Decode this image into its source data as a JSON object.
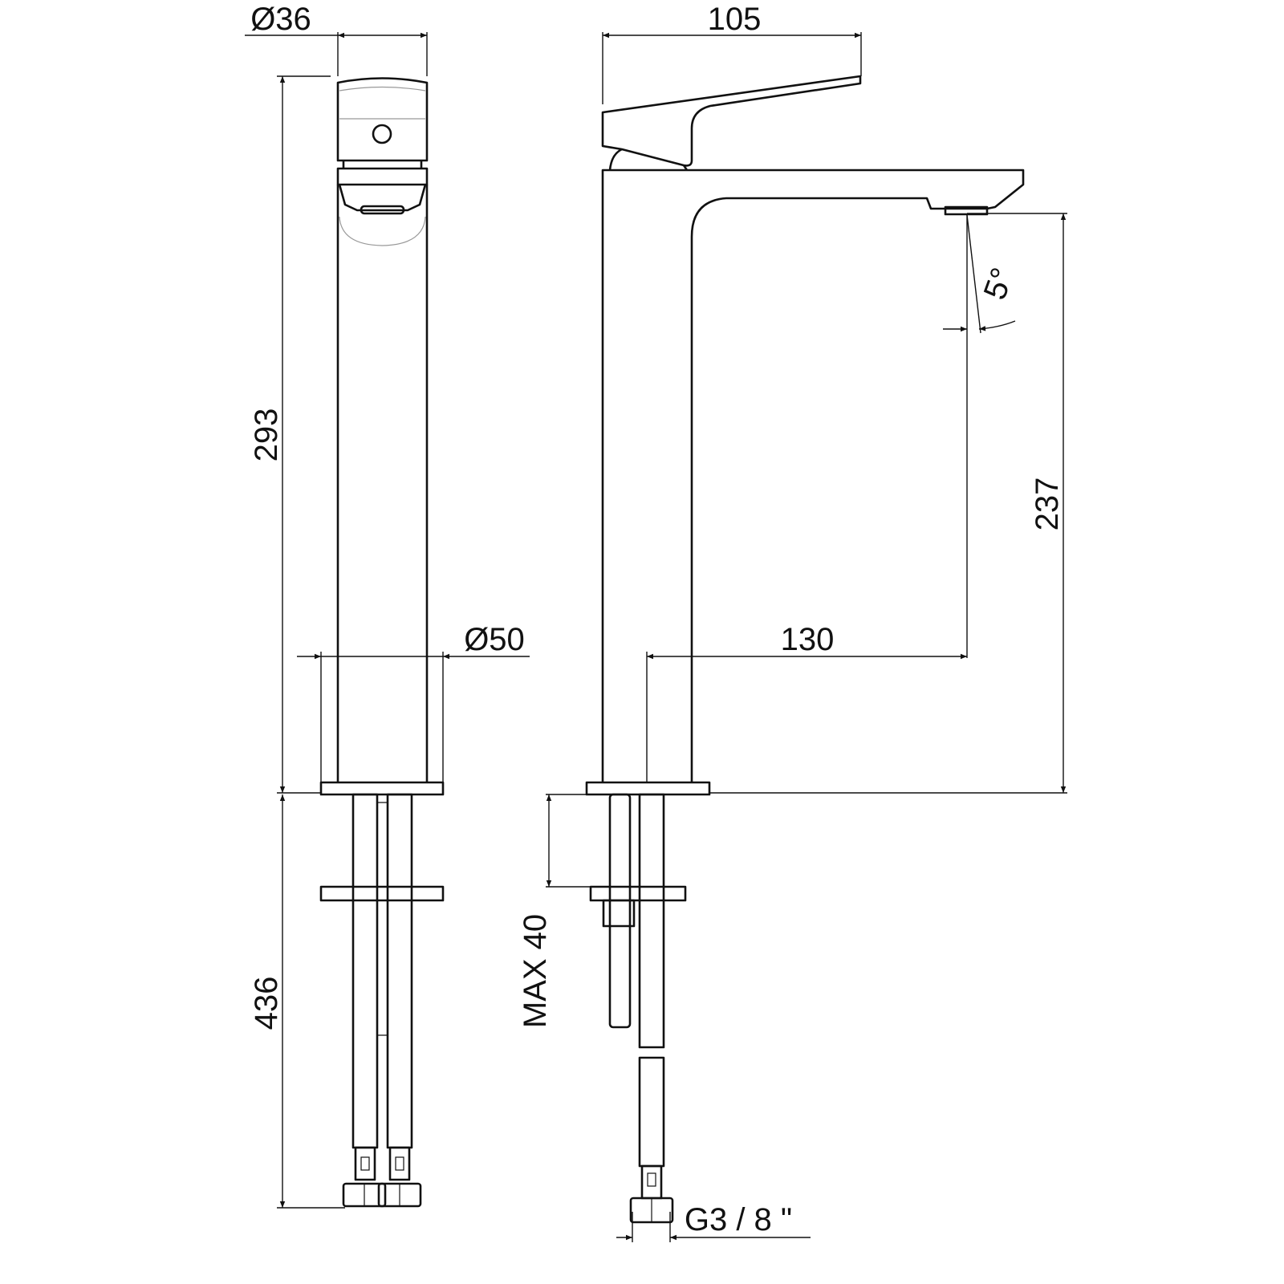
{
  "title": "Tall basin mixer - dimension drawing",
  "dimensions": {
    "cap_diameter": "Ø36",
    "handle_length": "105",
    "total_height": "293",
    "spout_angle": "5°",
    "spout_height": "237",
    "base_diameter": "Ø50",
    "spout_reach": "130",
    "hose_length": "436",
    "max_deck_thickness": "MAX 40",
    "hose_connection": "G3 / 8 \""
  }
}
